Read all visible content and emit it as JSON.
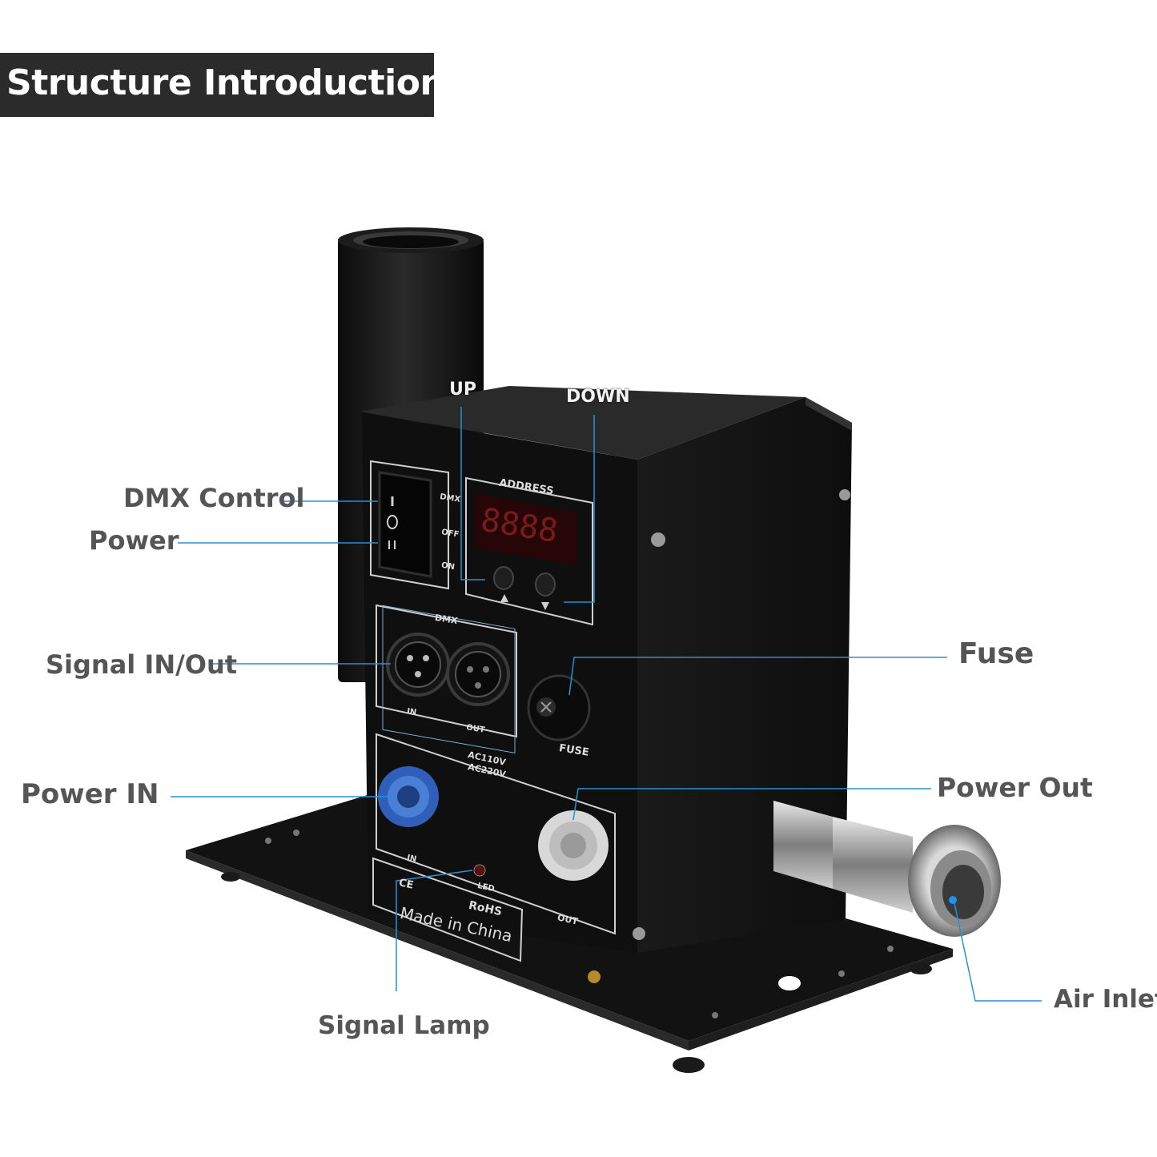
{
  "banner": {
    "title": "Structure Introduction"
  },
  "callouts": {
    "up": "UP",
    "down": "DOWN",
    "dmx_control": "DMX Control",
    "power": "Power",
    "signal_in_out": "Signal IN/Out",
    "power_in": "Power IN",
    "fuse": "Fuse",
    "power_out": "Power Out",
    "air_inlet": "Air Inlet",
    "signal_lamp": "Signal Lamp"
  },
  "panel": {
    "address": "ADDRESS",
    "switch_dmx": "DMX",
    "switch_off": "OFF",
    "switch_on": "ON",
    "xlr_group": "DMX",
    "xlr_in": "IN",
    "xlr_out": "OUT",
    "fuse": "FUSE",
    "voltage_110": "AC110V",
    "voltage_220": "AC220V",
    "power_in": "IN",
    "power_out": "OUT",
    "led": "LED",
    "made_in": "Made in China",
    "rohs": "RoHS",
    "ce": "CE"
  },
  "colors": {
    "callout_line": "#2a8fd6",
    "label": "#555555",
    "banner": "#2b2b2b",
    "device": "#141414",
    "power_in_connector": "#2f5fb8"
  }
}
